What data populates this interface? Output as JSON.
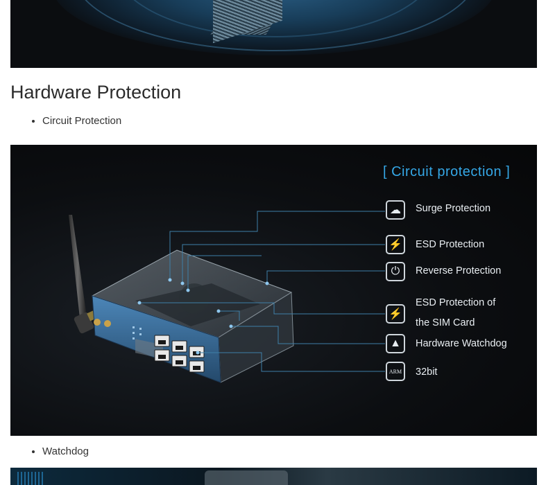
{
  "section": {
    "title": "Hardware Protection",
    "items_before": [
      "Circuit Protection"
    ],
    "items_after": [
      "Watchdog"
    ]
  },
  "panel": {
    "heading": "[ Circuit protection ]",
    "features": [
      {
        "label": "Surge Protection",
        "icon": "cloud-lightning-icon"
      },
      {
        "label": "ESD Protection",
        "icon": "lightning-icon"
      },
      {
        "label": "Reverse Protection",
        "icon": "plug-icon"
      },
      {
        "label_line1": "ESD Protection of",
        "label_line2": "the SIM Card",
        "icon": "lightning-icon"
      },
      {
        "label": "Hardware Watchdog",
        "icon": "dog-icon"
      },
      {
        "label": "32bit",
        "icon": "arm-chip-icon",
        "icon_text": "ARM"
      }
    ]
  },
  "colors": {
    "heading": "#35a7e6",
    "callout_lines": "#3e7fa8",
    "panel_bg": "#0c0e11",
    "router_body": "#3a6d9c"
  }
}
